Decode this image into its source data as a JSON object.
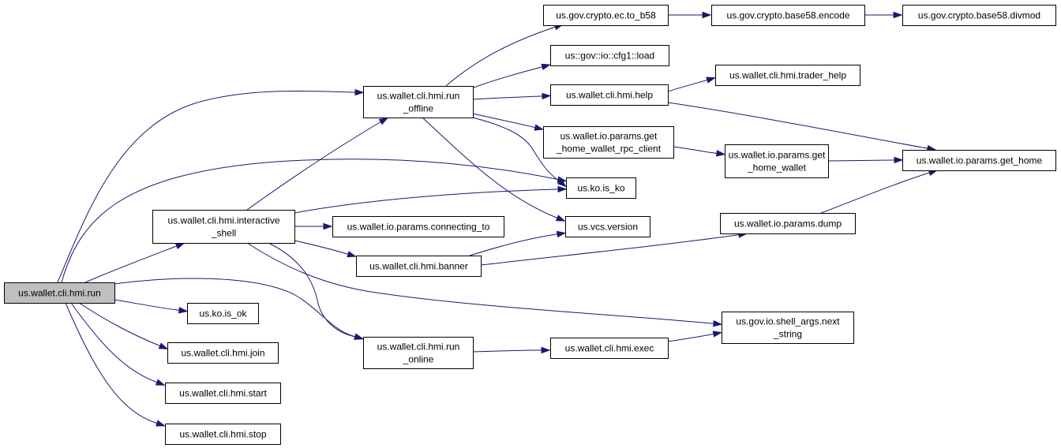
{
  "graph": {
    "nodes": [
      {
        "id": "run",
        "lines": [
          "us.wallet.cli.hmi.run"
        ],
        "root": true
      },
      {
        "id": "interactive_shell",
        "lines": [
          "us.wallet.cli.hmi.interactive",
          "_shell"
        ]
      },
      {
        "id": "run_offline",
        "lines": [
          "us.wallet.cli.hmi.run",
          "_offline"
        ]
      },
      {
        "id": "run_online",
        "lines": [
          "us.wallet.cli.hmi.run",
          "_online"
        ]
      },
      {
        "id": "is_ok",
        "lines": [
          "us.ko.is_ok"
        ]
      },
      {
        "id": "join",
        "lines": [
          "us.wallet.cli.hmi.join"
        ]
      },
      {
        "id": "start",
        "lines": [
          "us.wallet.cli.hmi.start"
        ]
      },
      {
        "id": "stop",
        "lines": [
          "us.wallet.cli.hmi.stop"
        ]
      },
      {
        "id": "connecting_to",
        "lines": [
          "us.wallet.io.params.connecting_to"
        ]
      },
      {
        "id": "banner",
        "lines": [
          "us.wallet.cli.hmi.banner"
        ]
      },
      {
        "id": "to_b58",
        "lines": [
          "us.gov.crypto.ec.to_b58"
        ]
      },
      {
        "id": "cfg1_load",
        "lines": [
          "us::gov::io::cfg1::load"
        ]
      },
      {
        "id": "help",
        "lines": [
          "us.wallet.cli.hmi.help"
        ]
      },
      {
        "id": "get_home_wallet_rpc_client",
        "lines": [
          "us.wallet.io.params.get",
          "_home_wallet_rpc_client"
        ]
      },
      {
        "id": "is_ko",
        "lines": [
          "us.ko.is_ko"
        ]
      },
      {
        "id": "version",
        "lines": [
          "us.vcs.version"
        ]
      },
      {
        "id": "exec",
        "lines": [
          "us.wallet.cli.hmi.exec"
        ]
      },
      {
        "id": "encode",
        "lines": [
          "us.gov.crypto.base58.encode"
        ]
      },
      {
        "id": "trader_help",
        "lines": [
          "us.wallet.cli.hmi.trader_help"
        ]
      },
      {
        "id": "get_home_wallet",
        "lines": [
          "us.wallet.io.params.get",
          "_home_wallet"
        ]
      },
      {
        "id": "dump",
        "lines": [
          "us.wallet.io.params.dump"
        ]
      },
      {
        "id": "next_string",
        "lines": [
          "us.gov.io.shell_args.next",
          "_string"
        ]
      },
      {
        "id": "divmod",
        "lines": [
          "us.gov.crypto.base58.divmod"
        ]
      },
      {
        "id": "get_home",
        "lines": [
          "us.wallet.io.params.get_home"
        ]
      }
    ],
    "edges": [
      [
        "run",
        "interactive_shell"
      ],
      [
        "run",
        "run_offline"
      ],
      [
        "run",
        "run_online"
      ],
      [
        "run",
        "is_ok"
      ],
      [
        "run",
        "join"
      ],
      [
        "run",
        "start"
      ],
      [
        "run",
        "stop"
      ],
      [
        "run",
        "is_ko"
      ],
      [
        "interactive_shell",
        "run_offline"
      ],
      [
        "interactive_shell",
        "is_ko"
      ],
      [
        "interactive_shell",
        "connecting_to"
      ],
      [
        "interactive_shell",
        "banner"
      ],
      [
        "interactive_shell",
        "run_online"
      ],
      [
        "interactive_shell",
        "next_string"
      ],
      [
        "run_offline",
        "to_b58"
      ],
      [
        "run_offline",
        "cfg1_load"
      ],
      [
        "run_offline",
        "help"
      ],
      [
        "run_offline",
        "get_home_wallet_rpc_client"
      ],
      [
        "run_offline",
        "is_ko"
      ],
      [
        "run_offline",
        "version"
      ],
      [
        "to_b58",
        "encode"
      ],
      [
        "encode",
        "divmod"
      ],
      [
        "help",
        "trader_help"
      ],
      [
        "help",
        "get_home"
      ],
      [
        "get_home_wallet_rpc_client",
        "get_home_wallet"
      ],
      [
        "get_home_wallet",
        "get_home"
      ],
      [
        "banner",
        "version"
      ],
      [
        "banner",
        "dump"
      ],
      [
        "dump",
        "get_home"
      ],
      [
        "run_online",
        "exec"
      ],
      [
        "exec",
        "next_string"
      ]
    ]
  }
}
